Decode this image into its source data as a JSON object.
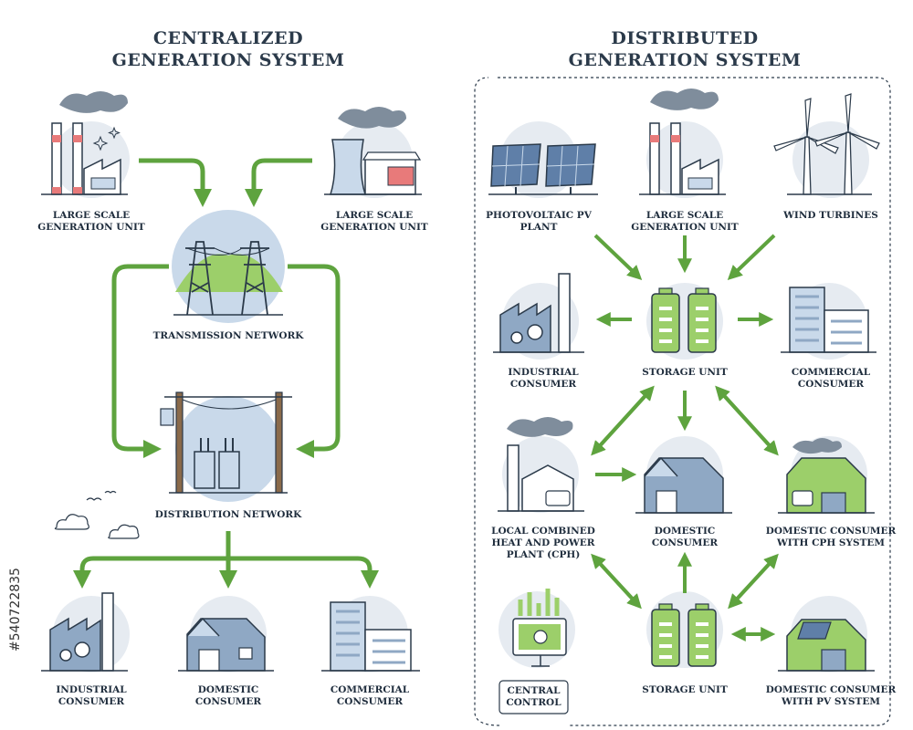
{
  "titles": {
    "centralized": "CENTRALIZED\nGENERATION SYSTEM",
    "distributed": "DISTRIBUTED\nGENERATION SYSTEM"
  },
  "centralized": {
    "gen_left": "LARGE SCALE\nGENERATION UNIT",
    "gen_right": "LARGE SCALE\nGENERATION UNIT",
    "transmission": "TRANSMISSION NETWORK",
    "distribution": "DISTRIBUTION NETWORK",
    "industrial": "INDUSTRIAL\nCONSUMER",
    "domestic": "DOMESTIC\nCONSUMER",
    "commercial": "COMMERCIAL\nCONSUMER"
  },
  "distributed": {
    "pv": "PHOTOVOLTAIC PV\nPLANT",
    "gen": "LARGE SCALE\nGENERATION UNIT",
    "wind": "WIND TURBINES",
    "industrial": "INDUSTRIAL\nCONSUMER",
    "storage1": "STORAGE UNIT",
    "commercial": "COMMERCIAL\nCONSUMER",
    "chp": "LOCAL COMBINED\nHEAT AND POWER\nPLANT (CPH)",
    "domestic": "DOMESTIC\nCONSUMER",
    "domestic_chp": "DOMESTIC CONSUMER\nWITH CPH SYSTEM",
    "central": "CENTRAL\nCONTROL",
    "storage2": "STORAGE UNIT",
    "domestic_pv": "DOMESTIC CONSUMER\nWITH PV SYSTEM"
  },
  "watermark": "#540722835",
  "colors": {
    "arrow": "#5ea33e",
    "outline": "#2b3a4a",
    "building": "#8fa8c4",
    "bubble": "#e6ebf1",
    "bubble_blue": "#c9d9ea",
    "battery": "#9ccf6a",
    "smoke": "#7f8d9c"
  }
}
